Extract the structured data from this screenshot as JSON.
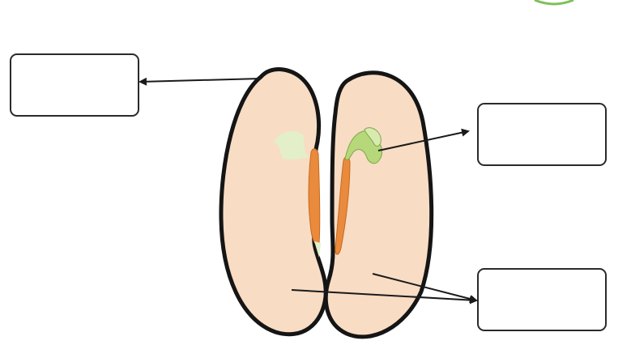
{
  "diagram": {
    "label_boxes": [
      {
        "id": "top-left",
        "text": ""
      },
      {
        "id": "top-right",
        "text": ""
      },
      {
        "id": "bottom-right",
        "text": ""
      }
    ]
  },
  "colors": {
    "cotyledon_fill": "#f8dcc4",
    "seed_outline": "#151515",
    "radicle_orange": "#e98a3c",
    "plumule_green": "#b6d77a",
    "plumule_faded": "#e2efc8",
    "outline_dark": "#2a2a2a"
  },
  "icons": {
    "corner_logo": "circle-badge-icon"
  }
}
